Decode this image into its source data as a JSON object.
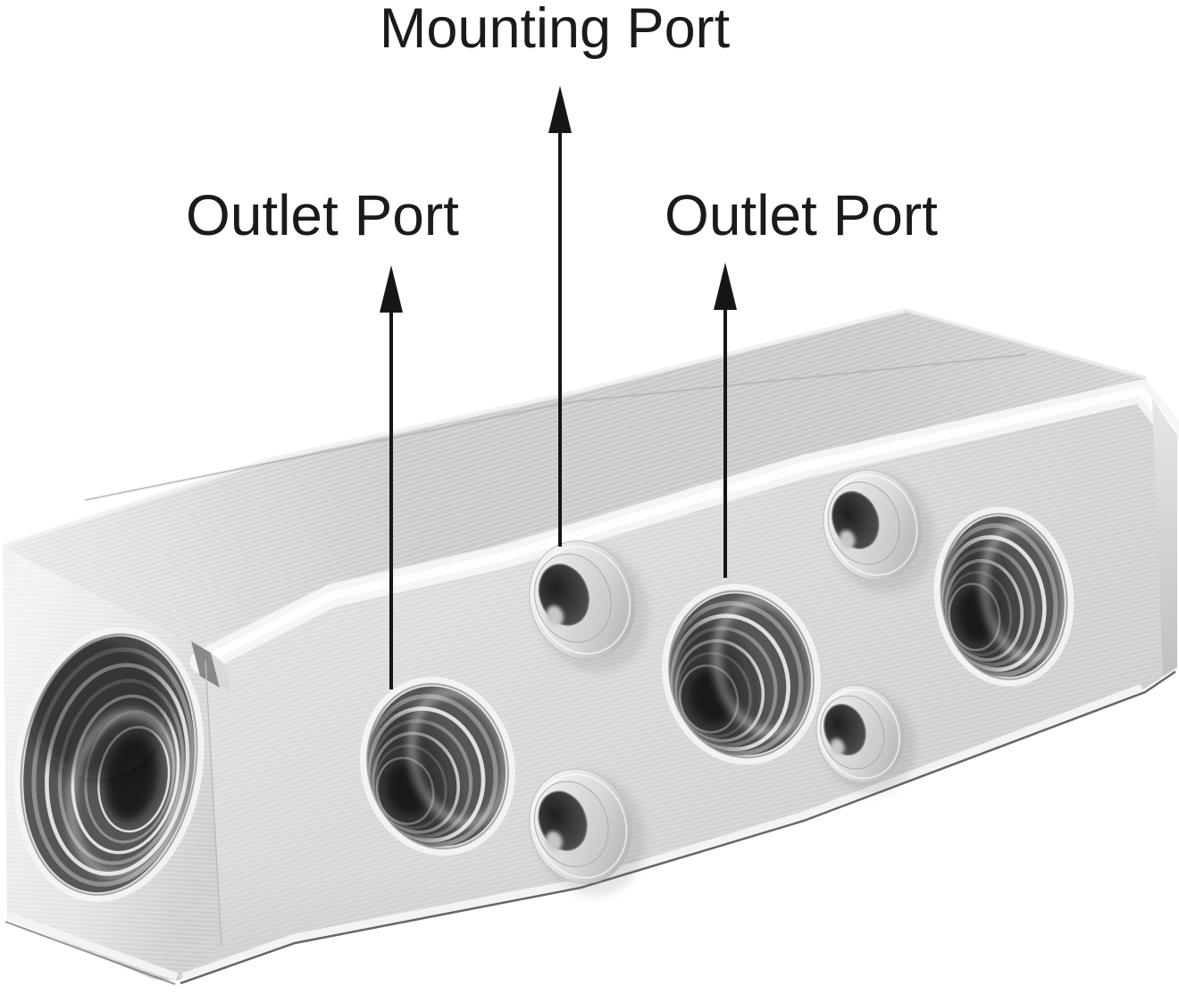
{
  "figure": {
    "background_color": "#ffffff",
    "label_color": "#1b1b1b",
    "arrow_color": "#161616",
    "metal_light": "#f2f2f2",
    "metal_mid": "#d4d4d4",
    "metal_dark": "#3c3c3c"
  },
  "labels": {
    "mounting_port": "Mounting Port",
    "outlet_port_left": "Outlet Port",
    "outlet_port_right": "Outlet Port"
  }
}
